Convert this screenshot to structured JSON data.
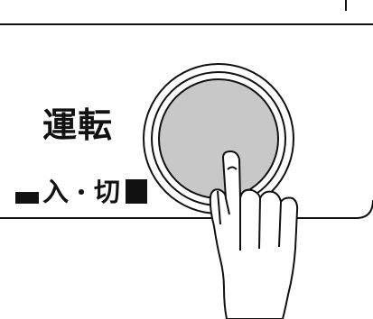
{
  "panel": {
    "main_label": "運転",
    "sub_label_on": "入",
    "sub_label_separator": "・",
    "sub_label_off": "切",
    "button_fill_color": "#c8c8c8",
    "line_color": "#111111",
    "icons": {
      "small_mark": "small-block-icon",
      "large_mark": "large-block-icon",
      "hand": "pointing-hand-icon"
    }
  }
}
